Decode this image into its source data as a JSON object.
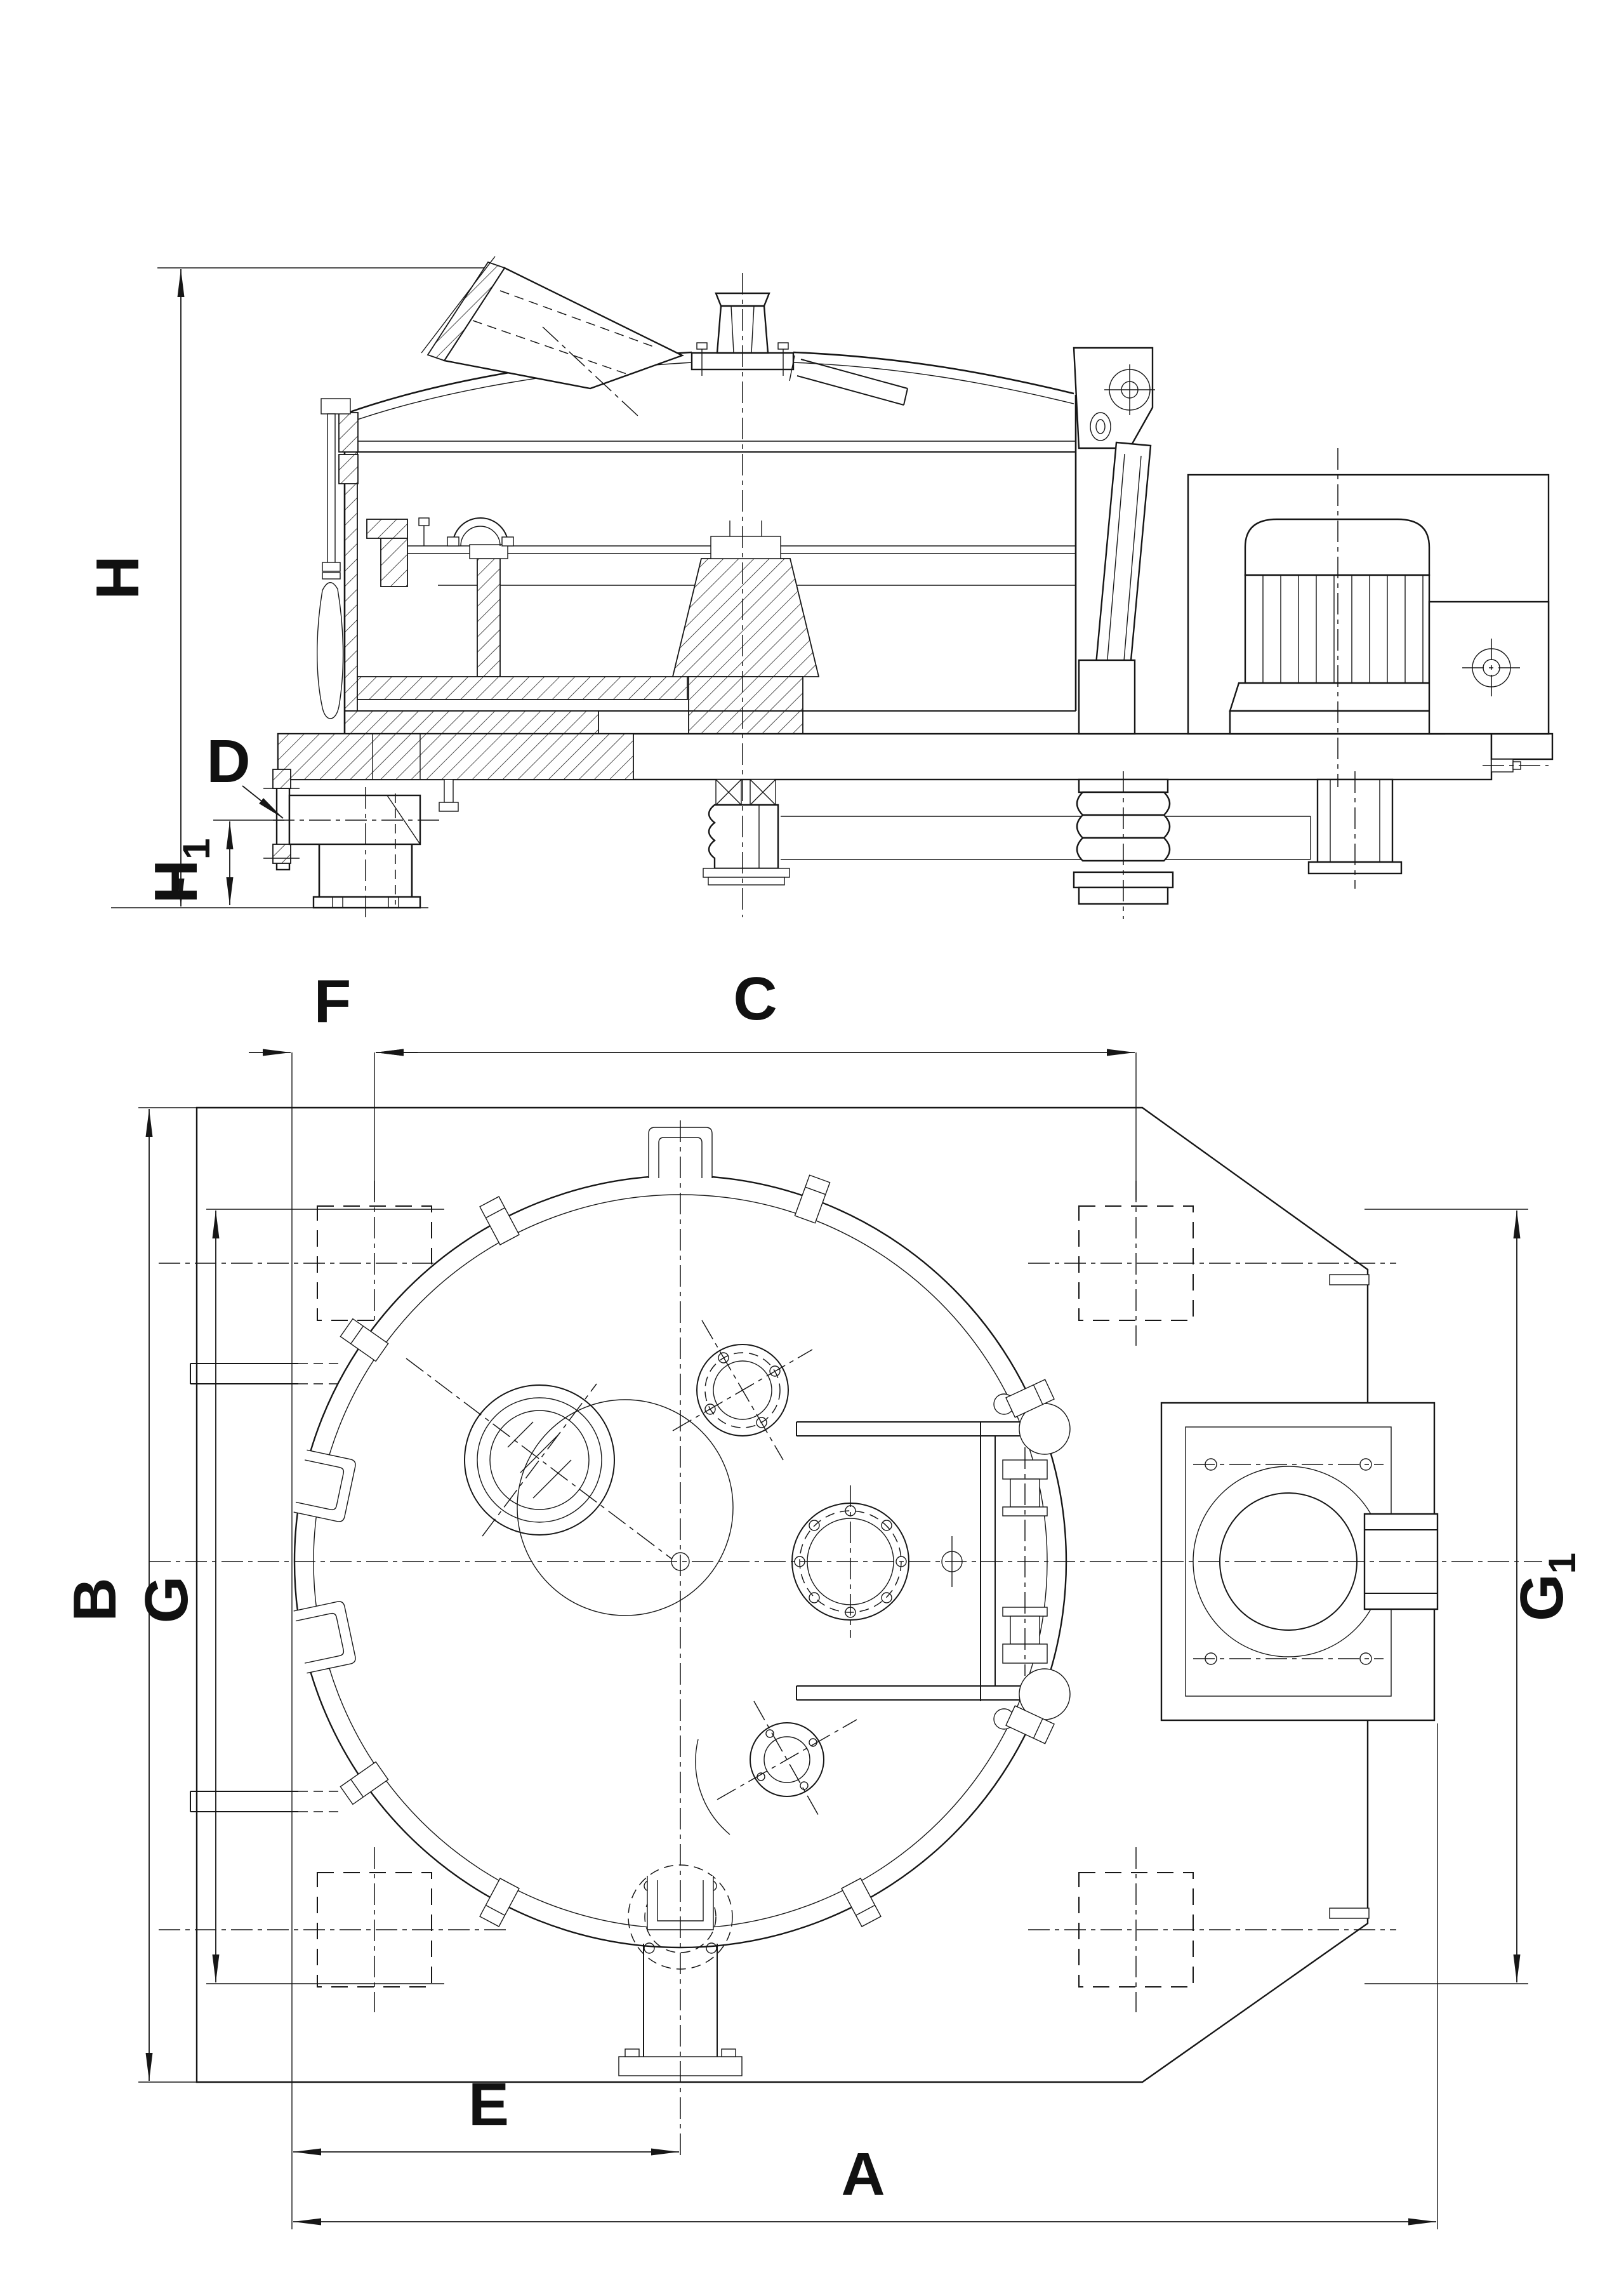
{
  "page": {
    "background": "#ffffff",
    "line_color": "#161616"
  },
  "side_view": {
    "dimensions": {
      "H": {
        "label": "H"
      },
      "D": {
        "label": "D"
      },
      "H1": {
        "label": "H",
        "sub": "1"
      }
    }
  },
  "plan_view": {
    "dimensions": {
      "F": {
        "label": "F"
      },
      "C": {
        "label": "C"
      },
      "B": {
        "label": "B"
      },
      "G": {
        "label": "G"
      },
      "G1": {
        "label": "G",
        "sub": "1"
      },
      "E": {
        "label": "E"
      },
      "A": {
        "label": "A"
      }
    }
  }
}
